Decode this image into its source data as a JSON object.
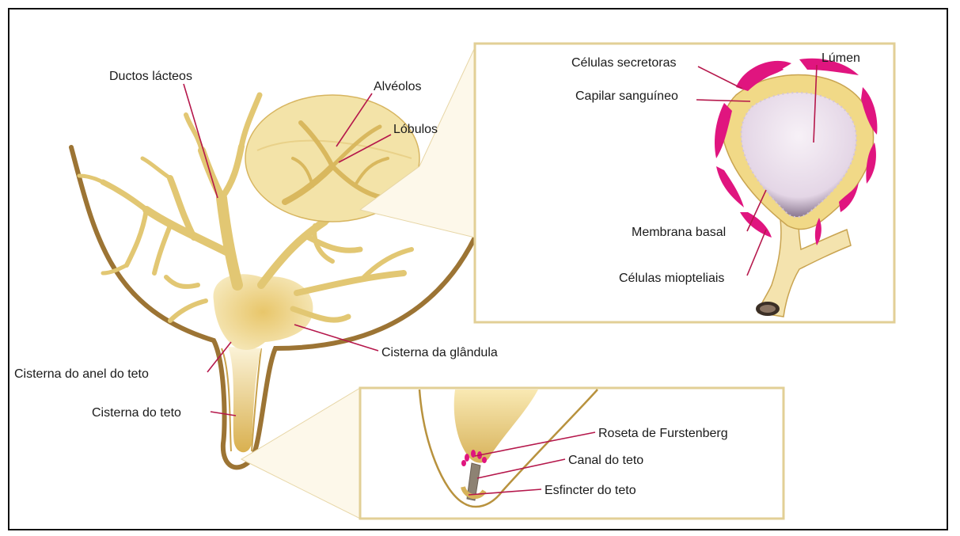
{
  "labels": {
    "ductos_lacteos": "Ductos lácteos",
    "alveolos": "Alvéolos",
    "lobulos": "Lóbulos",
    "cisterna_glandula": "Cisterna da glândula",
    "cisterna_anel_teto": "Cisterna do anel do teto",
    "cisterna_teto": "Cisterna do teto",
    "celulas_secretoras": "Células secretoras",
    "lumen": "Lúmen",
    "capilar_sanguineo": "Capilar sanguíneo",
    "membrana_basal": "Membrana basal",
    "celulas_miopteliais": "Células miopteliais",
    "roseta_furstenberg": "Roseta de Furstenberg",
    "canal_teto": "Canal do teto",
    "esfincter_teto": "Esfincter do teto"
  },
  "colors": {
    "outline": "#9c7434",
    "tissue": "#e2c773",
    "tissue_light": "#f5e7b6",
    "secretory": "#e0157f",
    "pointer": "#b5174b",
    "frame": "#111111"
  }
}
